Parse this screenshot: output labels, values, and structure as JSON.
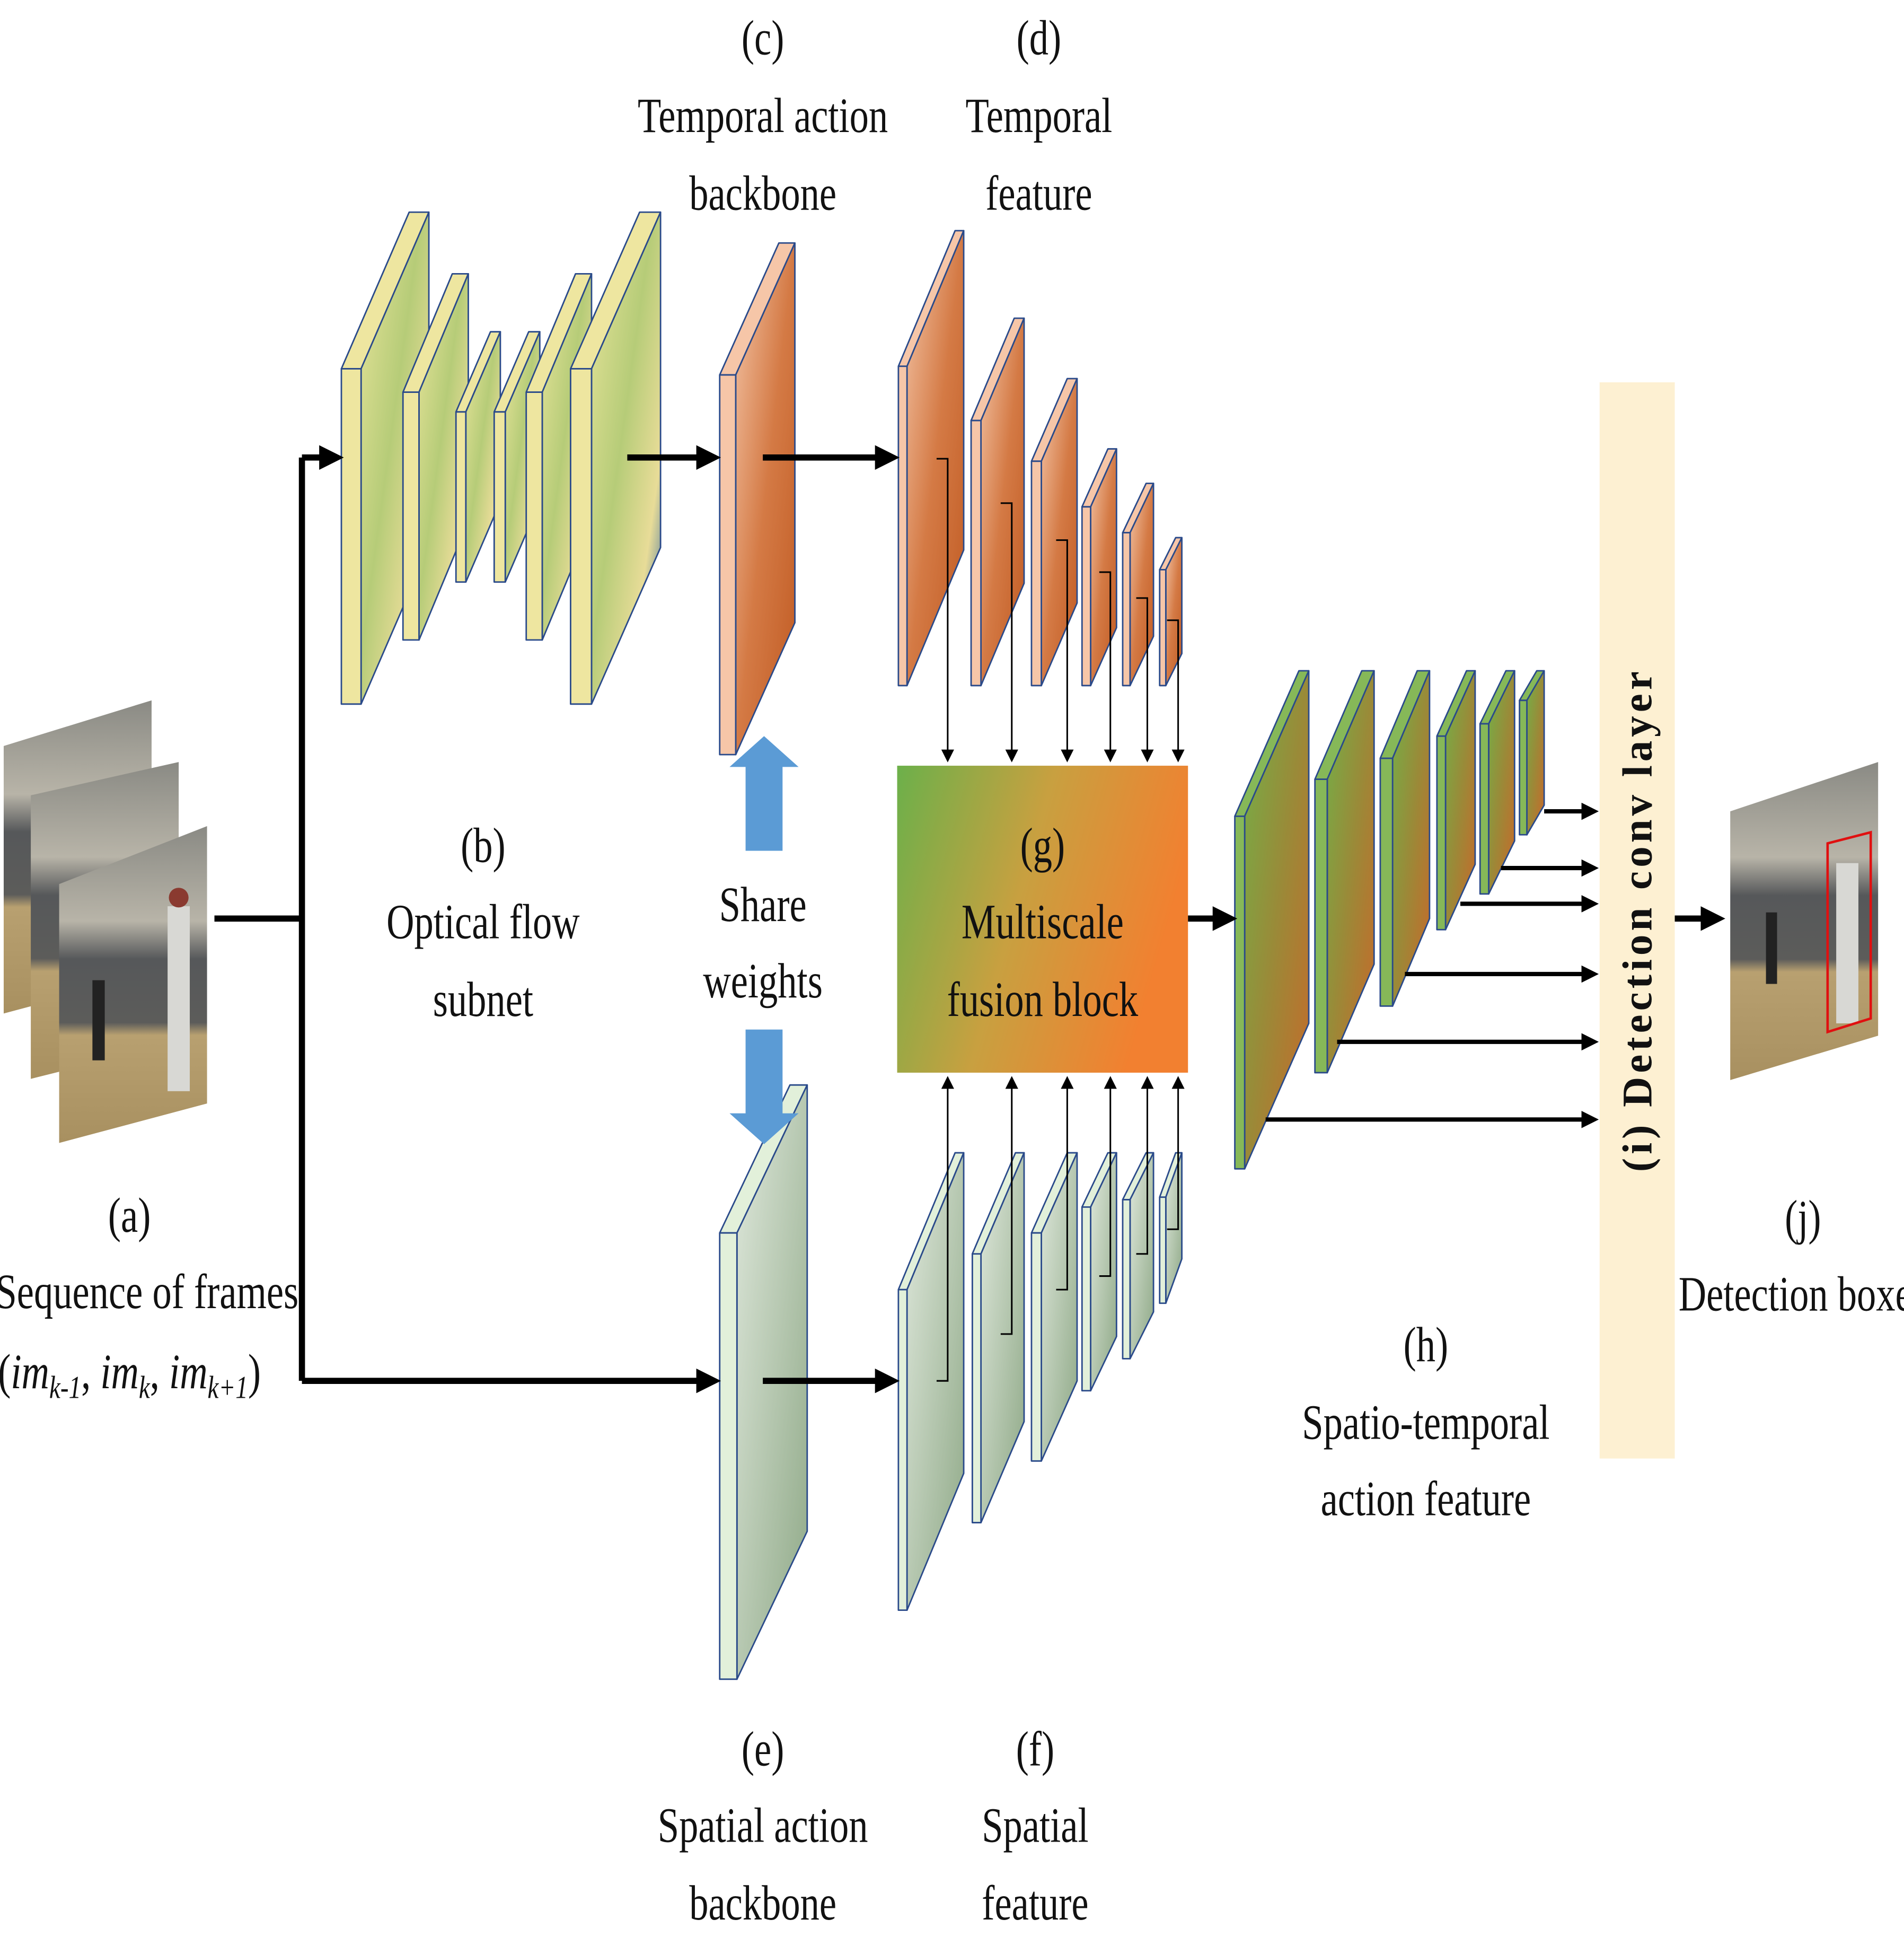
{
  "labels": {
    "a": {
      "tag": "(a)",
      "line1": "A Sequence of frames",
      "formula": [
        "(",
        "im",
        "k-1",
        ", ",
        "im",
        "k",
        ", ",
        "im",
        "k+1",
        ")"
      ]
    },
    "b": {
      "tag": "(b)",
      "line1": "Optical flow",
      "line2": "subnet"
    },
    "c": {
      "tag": "(c)",
      "line1": "Temporal action",
      "line2": "backbone"
    },
    "d": {
      "tag": "(d)",
      "line1": "Temporal",
      "line2": "feature"
    },
    "e": {
      "tag": "(e)",
      "line1": "Spatial action",
      "line2": "backbone"
    },
    "f": {
      "tag": "(f)",
      "line1": "Spatial",
      "line2": "feature"
    },
    "g": {
      "tag": "(g)",
      "line1": "Multiscale",
      "line2": "fusion block"
    },
    "h": {
      "tag": "(h)",
      "line1": "Spatio-temporal",
      "line2": "action feature"
    },
    "i": {
      "text": "(i) Detection conv layer"
    },
    "j": {
      "tag": "(j)",
      "line1": "Detection boxes"
    },
    "share": {
      "line1": "Share",
      "line2": "weights"
    }
  },
  "colors": {
    "share_arrow": "#5b9bd5",
    "detection_layer": "#fdf0d2",
    "detection_box": "#e01010",
    "fusion_start": "#6cb04a",
    "fusion_end": "#f28030"
  }
}
